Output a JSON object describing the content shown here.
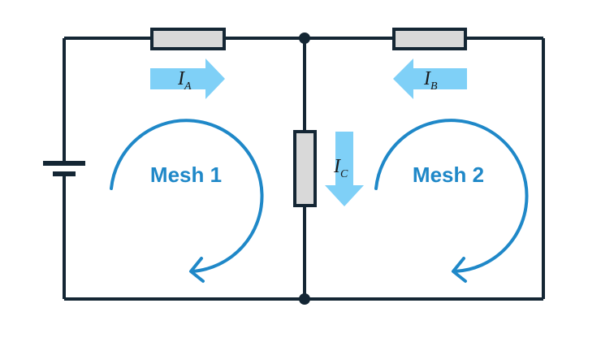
{
  "diagram": {
    "meshes": [
      {
        "id": "mesh-1",
        "label": "Mesh 1"
      },
      {
        "id": "mesh-2",
        "label": "Mesh 2"
      }
    ],
    "currents": [
      {
        "id": "current-a",
        "symbol": "I",
        "subscript": "A",
        "direction": "right"
      },
      {
        "id": "current-b",
        "symbol": "I",
        "subscript": "B",
        "direction": "left"
      },
      {
        "id": "current-c",
        "symbol": "I",
        "subscript": "C",
        "direction": "down"
      }
    ]
  },
  "colors": {
    "wire": "#142634",
    "resistor_fill": "#d9d9d9",
    "mesh_arrow": "#1f88c8",
    "current_arrow": "#7fd0f7",
    "background": "#ffffff"
  }
}
